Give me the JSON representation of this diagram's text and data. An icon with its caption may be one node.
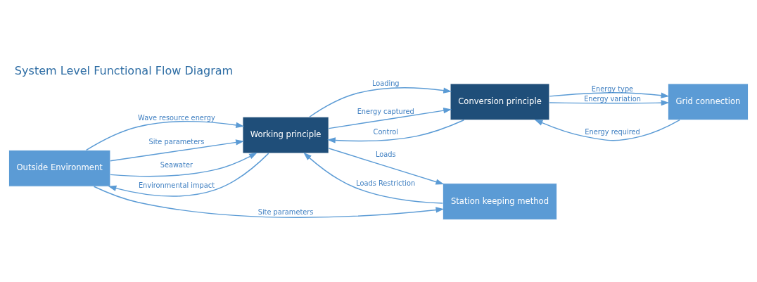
{
  "diagram": {
    "title": "System Level Functional Flow Diagram",
    "nodes": [
      {
        "text": [
          "Outside Environment"
        ]
      },
      {
        "text": [
          "Working principle"
        ]
      },
      {
        "text": [
          "Conversion principle"
        ]
      },
      {
        "text": [
          "Grid connection"
        ]
      },
      {
        "text": [
          "Station keeping method"
        ]
      }
    ],
    "edges": [
      {
        "from": 0,
        "to": 1,
        "arrow": "to",
        "label": "Wave resource energy"
      },
      {
        "from": 0,
        "to": 1,
        "arrow": "to",
        "label": "Site parameters"
      },
      {
        "from": 0,
        "to": 1,
        "arrow": "to",
        "label": "Seawater"
      },
      {
        "from": 1,
        "to": 0,
        "arrow": "to",
        "label": "Environmental impact"
      },
      {
        "from": 2,
        "to": 1,
        "arrow": "to",
        "label": "Control"
      },
      {
        "from": 1,
        "to": 2,
        "arrow": "to",
        "label": "Loading"
      },
      {
        "from": 1,
        "to": 2,
        "arrow": "to",
        "label": "Energy captured"
      },
      {
        "from": 2,
        "to": 3,
        "arrow": "to",
        "label": "Energy type"
      },
      {
        "from": 3,
        "to": 2,
        "arrow": "to",
        "label": "Energy required"
      },
      {
        "from": 2,
        "to": 3,
        "arrow": "to",
        "label": "Energy variation"
      },
      {
        "from": 1,
        "to": 4,
        "arrow": "to",
        "label": "Loads"
      },
      {
        "from": 4,
        "to": 1,
        "arrow": "to",
        "label": "Loads Restriction"
      },
      {
        "from": 0,
        "to": 4,
        "arrow": "to",
        "label": "Site parameters"
      }
    ]
  }
}
